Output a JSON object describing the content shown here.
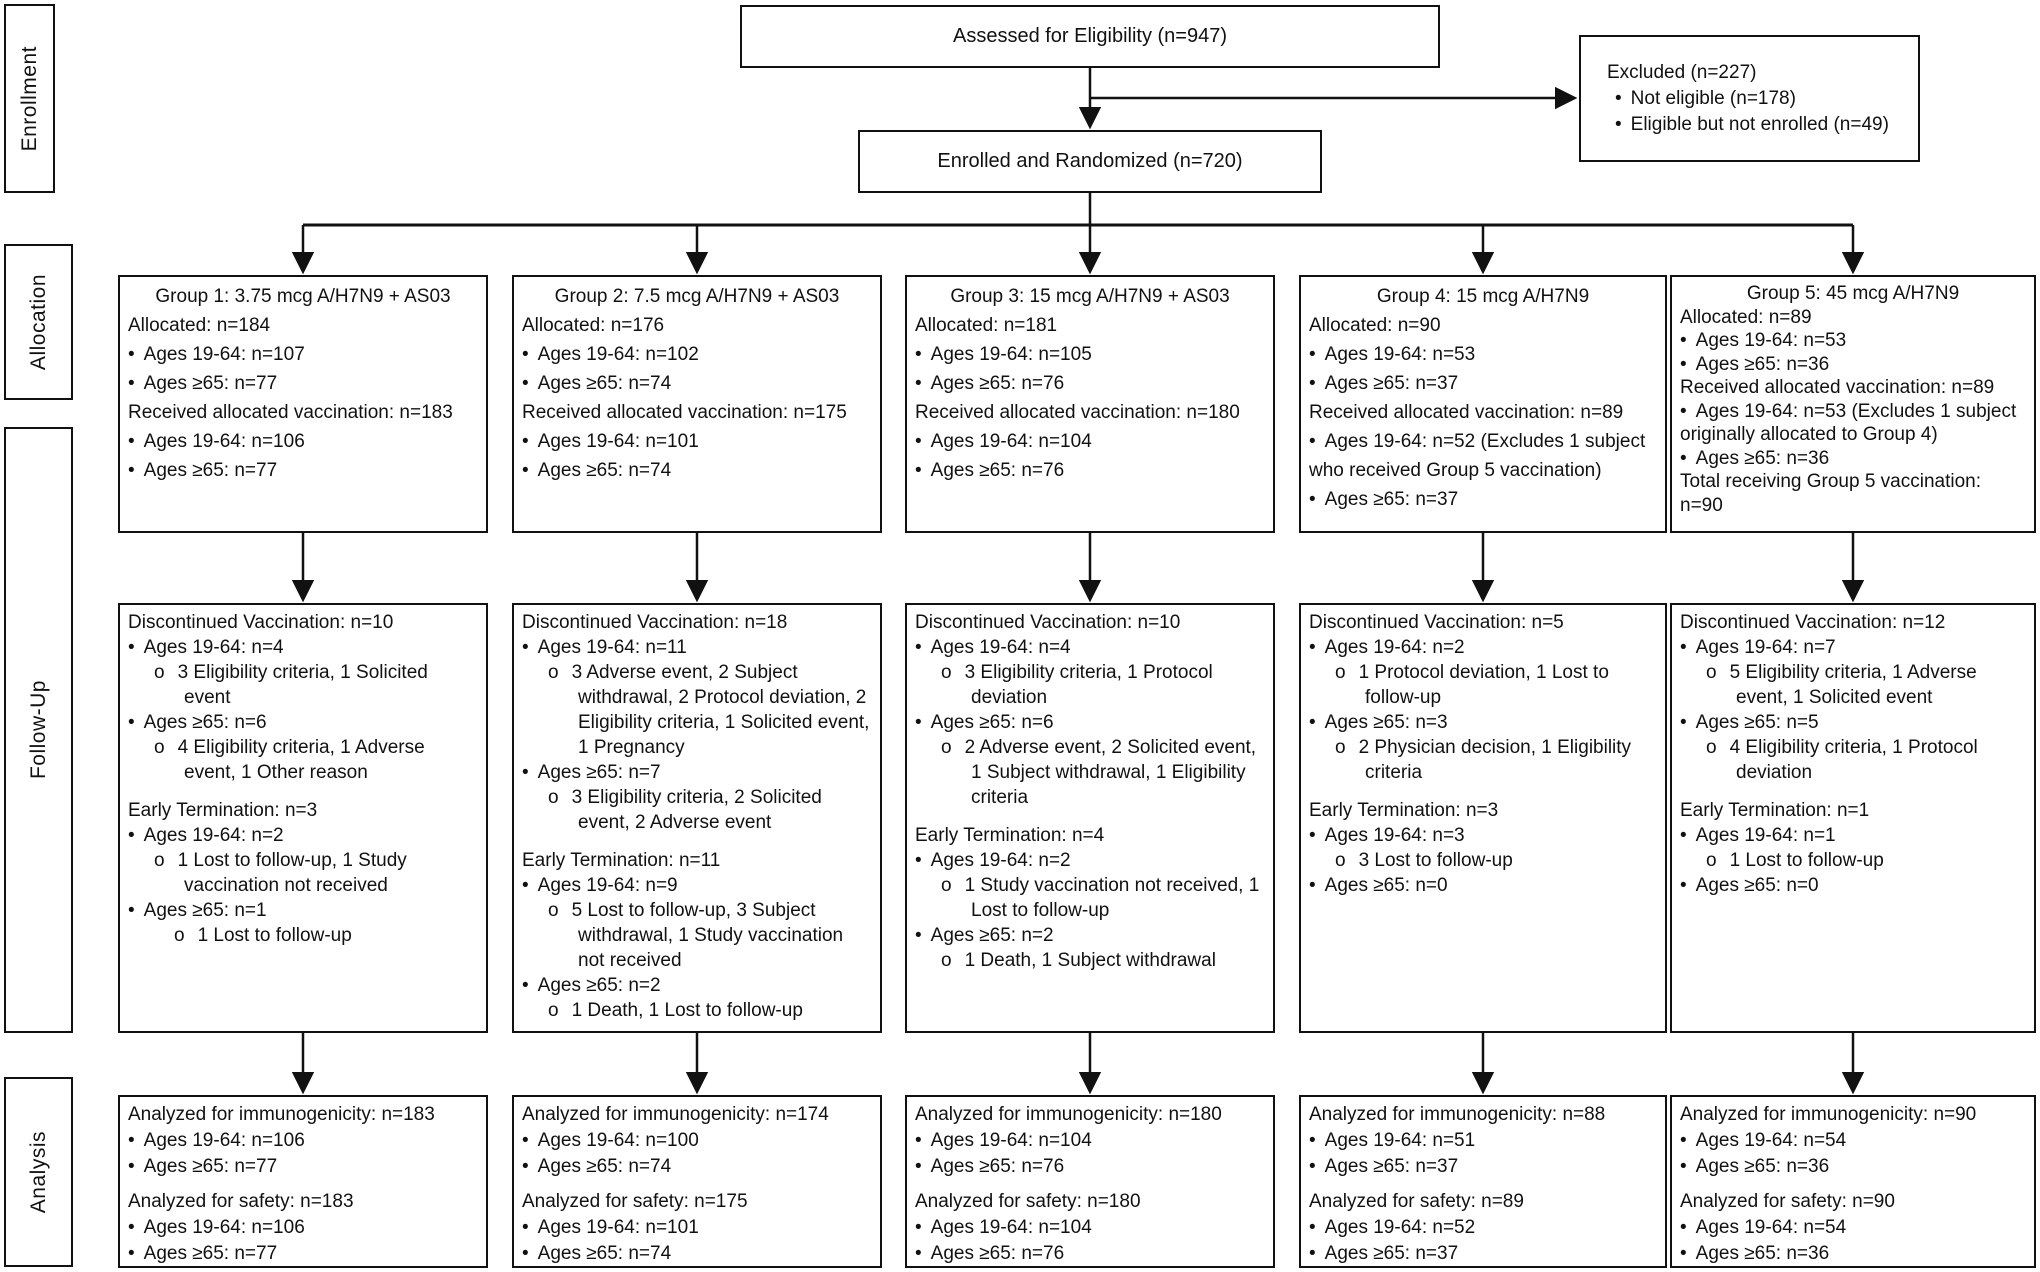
{
  "stages": [
    "Enrollment",
    "Allocation",
    "Follow-Up",
    "Analysis"
  ],
  "enrollment": {
    "assessed_label": "Assessed for Eligibility (n=947)",
    "enrolled_label": "Enrolled and Randomized (n=720)",
    "excluded": {
      "title": "Excluded (n=227)",
      "items": [
        "Not eligible (n=178)",
        "Eligible but not enrolled (n=49)"
      ]
    }
  },
  "groups": [
    {
      "title": "Group 1: 3.75 mcg A/H7N9 + AS03",
      "allocation": [
        {
          "lv": 0,
          "tx": "Allocated: n=184"
        },
        {
          "lv": 1,
          "tx": "Ages 19-64: n=107"
        },
        {
          "lv": 1,
          "tx": "Ages ≥65: n=77"
        },
        {
          "lv": 0,
          "tx": "Received allocated vaccination: n=183"
        },
        {
          "lv": 1,
          "tx": "Ages 19-64: n=106"
        },
        {
          "lv": 1,
          "tx": "Ages ≥65: n=77"
        }
      ],
      "followup": [
        {
          "lv": 0,
          "tx": "Discontinued Vaccination: n=10"
        },
        {
          "lv": 1,
          "tx": "Ages 19-64: n=4"
        },
        {
          "lv": 2,
          "tx": "3 Eligibility criteria, 1 Solicited event"
        },
        {
          "lv": 1,
          "tx": "Ages ≥65: n=6"
        },
        {
          "lv": 2,
          "tx": "4 Eligibility criteria, 1 Adverse event, 1 Other reason"
        },
        {
          "lv": 0,
          "tx": "Early Termination: n=3",
          "gap": true
        },
        {
          "lv": 1,
          "tx": "Ages 19-64: n=2"
        },
        {
          "lv": 2,
          "tx": "1 Lost to follow-up, 1 Study vaccination not received"
        },
        {
          "lv": 1,
          "tx": "Ages ≥65: n=1"
        },
        {
          "lv": 3,
          "tx": "1 Lost to follow-up"
        }
      ],
      "analysis": [
        {
          "lv": 0,
          "tx": "Analyzed for immunogenicity: n=183"
        },
        {
          "lv": 1,
          "tx": "Ages 19-64: n=106"
        },
        {
          "lv": 1,
          "tx": "Ages ≥65: n=77"
        },
        {
          "lv": 0,
          "tx": "Analyzed for safety: n=183",
          "gap": true
        },
        {
          "lv": 1,
          "tx": "Ages 19-64: n=106"
        },
        {
          "lv": 1,
          "tx": "Ages ≥65: n=77"
        }
      ]
    },
    {
      "title": "Group 2: 7.5 mcg A/H7N9 + AS03",
      "allocation": [
        {
          "lv": 0,
          "tx": "Allocated: n=176"
        },
        {
          "lv": 1,
          "tx": "Ages 19-64: n=102"
        },
        {
          "lv": 1,
          "tx": "Ages ≥65: n=74"
        },
        {
          "lv": 0,
          "tx": "Received allocated vaccination: n=175"
        },
        {
          "lv": 1,
          "tx": "Ages 19-64: n=101"
        },
        {
          "lv": 1,
          "tx": "Ages ≥65: n=74"
        }
      ],
      "followup": [
        {
          "lv": 0,
          "tx": "Discontinued Vaccination: n=18"
        },
        {
          "lv": 1,
          "tx": "Ages 19-64: n=11"
        },
        {
          "lv": 2,
          "tx": "3 Adverse event, 2 Subject withdrawal, 2 Protocol deviation, 2 Eligibility criteria, 1 Solicited event, 1 Pregnancy"
        },
        {
          "lv": 1,
          "tx": "Ages ≥65: n=7"
        },
        {
          "lv": 2,
          "tx": "3 Eligibility criteria, 2 Solicited event, 2 Adverse event"
        },
        {
          "lv": 0,
          "tx": "Early Termination: n=11",
          "gap": true
        },
        {
          "lv": 1,
          "tx": "Ages 19-64: n=9"
        },
        {
          "lv": 2,
          "tx": "5 Lost to follow-up, 3 Subject withdrawal, 1 Study vaccination not received"
        },
        {
          "lv": 1,
          "tx": "Ages ≥65: n=2"
        },
        {
          "lv": 2,
          "tx": "1 Death, 1 Lost to follow-up"
        }
      ],
      "analysis": [
        {
          "lv": 0,
          "tx": "Analyzed for immunogenicity: n=174"
        },
        {
          "lv": 1,
          "tx": "Ages 19-64: n=100"
        },
        {
          "lv": 1,
          "tx": "Ages ≥65: n=74"
        },
        {
          "lv": 0,
          "tx": "Analyzed for safety: n=175",
          "gap": true
        },
        {
          "lv": 1,
          "tx": "Ages 19-64: n=101"
        },
        {
          "lv": 1,
          "tx": "Ages ≥65: n=74"
        }
      ]
    },
    {
      "title": "Group 3: 15 mcg A/H7N9 + AS03",
      "allocation": [
        {
          "lv": 0,
          "tx": "Allocated: n=181"
        },
        {
          "lv": 1,
          "tx": "Ages 19-64: n=105"
        },
        {
          "lv": 1,
          "tx": "Ages ≥65: n=76"
        },
        {
          "lv": 0,
          "tx": "Received allocated vaccination: n=180"
        },
        {
          "lv": 1,
          "tx": "Ages 19-64: n=104"
        },
        {
          "lv": 1,
          "tx": "Ages ≥65: n=76"
        }
      ],
      "followup": [
        {
          "lv": 0,
          "tx": "Discontinued Vaccination: n=10"
        },
        {
          "lv": 1,
          "tx": "Ages 19-64: n=4"
        },
        {
          "lv": 2,
          "tx": "3 Eligibility criteria, 1 Protocol deviation"
        },
        {
          "lv": 1,
          "tx": "Ages ≥65: n=6"
        },
        {
          "lv": 2,
          "tx": "2 Adverse event, 2 Solicited event, 1 Subject withdrawal, 1 Eligibility criteria"
        },
        {
          "lv": 0,
          "tx": "Early Termination: n=4",
          "gap": true
        },
        {
          "lv": 1,
          "tx": "Ages 19-64: n=2"
        },
        {
          "lv": 2,
          "tx": "1 Study vaccination not received, 1 Lost to follow-up"
        },
        {
          "lv": 1,
          "tx": "Ages ≥65: n=2"
        },
        {
          "lv": 2,
          "tx": "1 Death, 1 Subject withdrawal"
        }
      ],
      "analysis": [
        {
          "lv": 0,
          "tx": "Analyzed for immunogenicity: n=180"
        },
        {
          "lv": 1,
          "tx": "Ages 19-64: n=104"
        },
        {
          "lv": 1,
          "tx": "Ages ≥65: n=76"
        },
        {
          "lv": 0,
          "tx": "Analyzed for safety: n=180",
          "gap": true
        },
        {
          "lv": 1,
          "tx": "Ages 19-64: n=104"
        },
        {
          "lv": 1,
          "tx": "Ages ≥65: n=76"
        }
      ]
    },
    {
      "title": "Group 4: 15 mcg A/H7N9",
      "allocation": [
        {
          "lv": 0,
          "tx": "Allocated: n=90"
        },
        {
          "lv": 1,
          "tx": "Ages 19-64: n=53"
        },
        {
          "lv": 1,
          "tx": "Ages ≥65: n=37"
        },
        {
          "lv": 0,
          "tx": "Received allocated vaccination: n=89"
        },
        {
          "lv": 1,
          "tx": "Ages 19-64: n=52 (Excludes 1 subject who received Group 5 vaccination)"
        },
        {
          "lv": 1,
          "tx": "Ages ≥65: n=37"
        }
      ],
      "followup": [
        {
          "lv": 0,
          "tx": "Discontinued Vaccination: n=5"
        },
        {
          "lv": 1,
          "tx": "Ages 19-64: n=2"
        },
        {
          "lv": 2,
          "tx": "1 Protocol deviation, 1 Lost to follow-up"
        },
        {
          "lv": 1,
          "tx": "Ages ≥65: n=3"
        },
        {
          "lv": 2,
          "tx": "2 Physician decision, 1 Eligibility criteria"
        },
        {
          "lv": 0,
          "tx": "Early Termination: n=3",
          "gap": true
        },
        {
          "lv": 1,
          "tx": "Ages 19-64: n=3"
        },
        {
          "lv": 2,
          "tx": "3 Lost to follow-up"
        },
        {
          "lv": 1,
          "tx": "Ages ≥65: n=0"
        }
      ],
      "analysis": [
        {
          "lv": 0,
          "tx": "Analyzed for immunogenicity: n=88"
        },
        {
          "lv": 1,
          "tx": "Ages 19-64: n=51"
        },
        {
          "lv": 1,
          "tx": "Ages ≥65: n=37"
        },
        {
          "lv": 0,
          "tx": "Analyzed for safety: n=89",
          "gap": true
        },
        {
          "lv": 1,
          "tx": "Ages 19-64: n=52"
        },
        {
          "lv": 1,
          "tx": "Ages ≥65: n=37"
        }
      ]
    },
    {
      "title": "Group 5: 45 mcg A/H7N9",
      "allocation": [
        {
          "lv": 0,
          "tx": "Allocated: n=89"
        },
        {
          "lv": 1,
          "tx": "Ages 19-64: n=53"
        },
        {
          "lv": 1,
          "tx": "Ages ≥65: n=36"
        },
        {
          "lv": 0,
          "tx": "Received allocated vaccination: n=89"
        },
        {
          "lv": 1,
          "tx": "Ages 19-64: n=53 (Excludes 1 subject originally allocated to Group 4)"
        },
        {
          "lv": 1,
          "tx": "Ages ≥65: n=36"
        },
        {
          "lv": 0,
          "tx": "Total receiving Group 5 vaccination: n=90"
        }
      ],
      "followup": [
        {
          "lv": 0,
          "tx": "Discontinued Vaccination: n=12"
        },
        {
          "lv": 1,
          "tx": "Ages 19-64: n=7"
        },
        {
          "lv": 2,
          "tx": "5 Eligibility criteria, 1 Adverse event, 1 Solicited event"
        },
        {
          "lv": 1,
          "tx": "Ages ≥65: n=5"
        },
        {
          "lv": 2,
          "tx": "4 Eligibility criteria, 1 Protocol deviation"
        },
        {
          "lv": 0,
          "tx": "Early Termination: n=1",
          "gap": true
        },
        {
          "lv": 1,
          "tx": "Ages 19-64: n=1"
        },
        {
          "lv": 2,
          "tx": "1 Lost to follow-up"
        },
        {
          "lv": 1,
          "tx": "Ages ≥65: n=0"
        }
      ],
      "analysis": [
        {
          "lv": 0,
          "tx": "Analyzed for immunogenicity: n=90"
        },
        {
          "lv": 1,
          "tx": "Ages 19-64: n=54"
        },
        {
          "lv": 1,
          "tx": "Ages ≥65: n=36"
        },
        {
          "lv": 0,
          "tx": "Analyzed for safety: n=90",
          "gap": true
        },
        {
          "lv": 1,
          "tx": "Ages 19-64: n=54"
        },
        {
          "lv": 1,
          "tx": "Ages ≥65: n=36"
        }
      ]
    }
  ]
}
